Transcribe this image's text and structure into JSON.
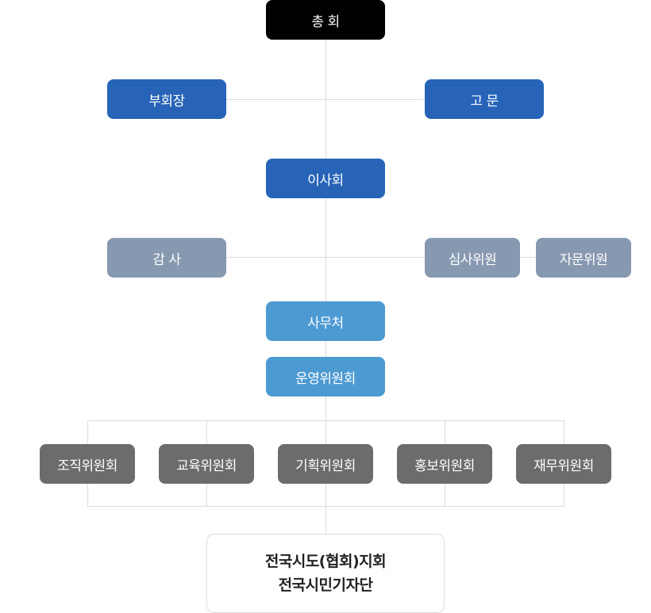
{
  "org_chart": {
    "top": {
      "label": "총 회"
    },
    "level1": {
      "left": "부회장",
      "right": "고 문"
    },
    "board": {
      "label": "이사회"
    },
    "level3": {
      "left": "감 사",
      "right": [
        "심사위원",
        "자문위원"
      ]
    },
    "secretariat": {
      "label": "사무처"
    },
    "operating_committee": {
      "label": "운영위원회"
    },
    "committees": [
      "조직위원회",
      "교육위원회",
      "기획위원회",
      "홍보위원회",
      "재무위원회"
    ],
    "branches": {
      "line1": "전국시도(협회)지회",
      "line2": "전국시민기자단"
    }
  }
}
